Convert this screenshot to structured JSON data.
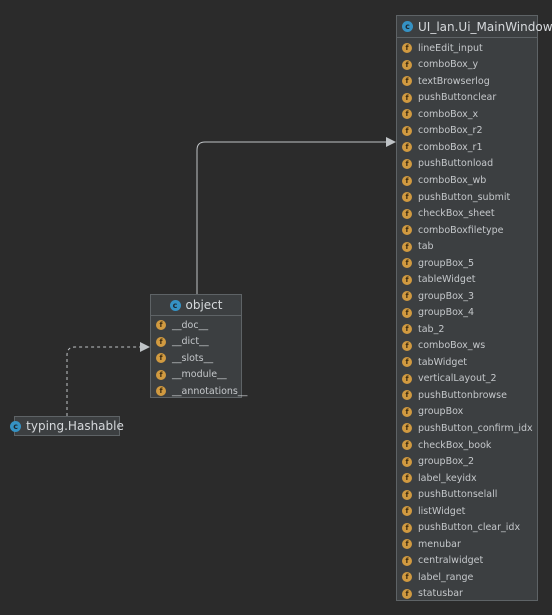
{
  "main_window": {
    "title": "UI_lan.Ui_MainWindow",
    "icon": "class-icon",
    "fields": [
      "lineEdit_input",
      "comboBox_y",
      "textBrowserlog",
      "pushButtonclear",
      "comboBox_x",
      "comboBox_r2",
      "comboBox_r1",
      "pushButtonload",
      "comboBox_wb",
      "pushButton_submit",
      "checkBox_sheet",
      "comboBoxfiletype",
      "tab",
      "groupBox_5",
      "tableWidget",
      "groupBox_3",
      "groupBox_4",
      "tab_2",
      "comboBox_ws",
      "tabWidget",
      "verticalLayout_2",
      "pushButtonbrowse",
      "groupBox",
      "pushButton_confirm_idx",
      "checkBox_book",
      "groupBox_2",
      "label_keyidx",
      "pushButtonselall",
      "listWidget",
      "pushButton_clear_idx",
      "menubar",
      "centralwidget",
      "label_range",
      "statusbar"
    ]
  },
  "object_class": {
    "title": "object",
    "icon": "class-icon",
    "fields": [
      "__doc__",
      "__dict__",
      "__slots__",
      "__module__",
      "__annotations__"
    ]
  },
  "hashable_class": {
    "title": "typing.Hashable",
    "icon": "class-icon"
  },
  "icons": {
    "class_letter": "c",
    "field_letter": "f"
  },
  "colors": {
    "background": "#2b2b2b",
    "box": "#3c3f41",
    "class_icon": "#3592c4",
    "field_icon": "#d19a40",
    "edge": "#bfc3c6"
  }
}
